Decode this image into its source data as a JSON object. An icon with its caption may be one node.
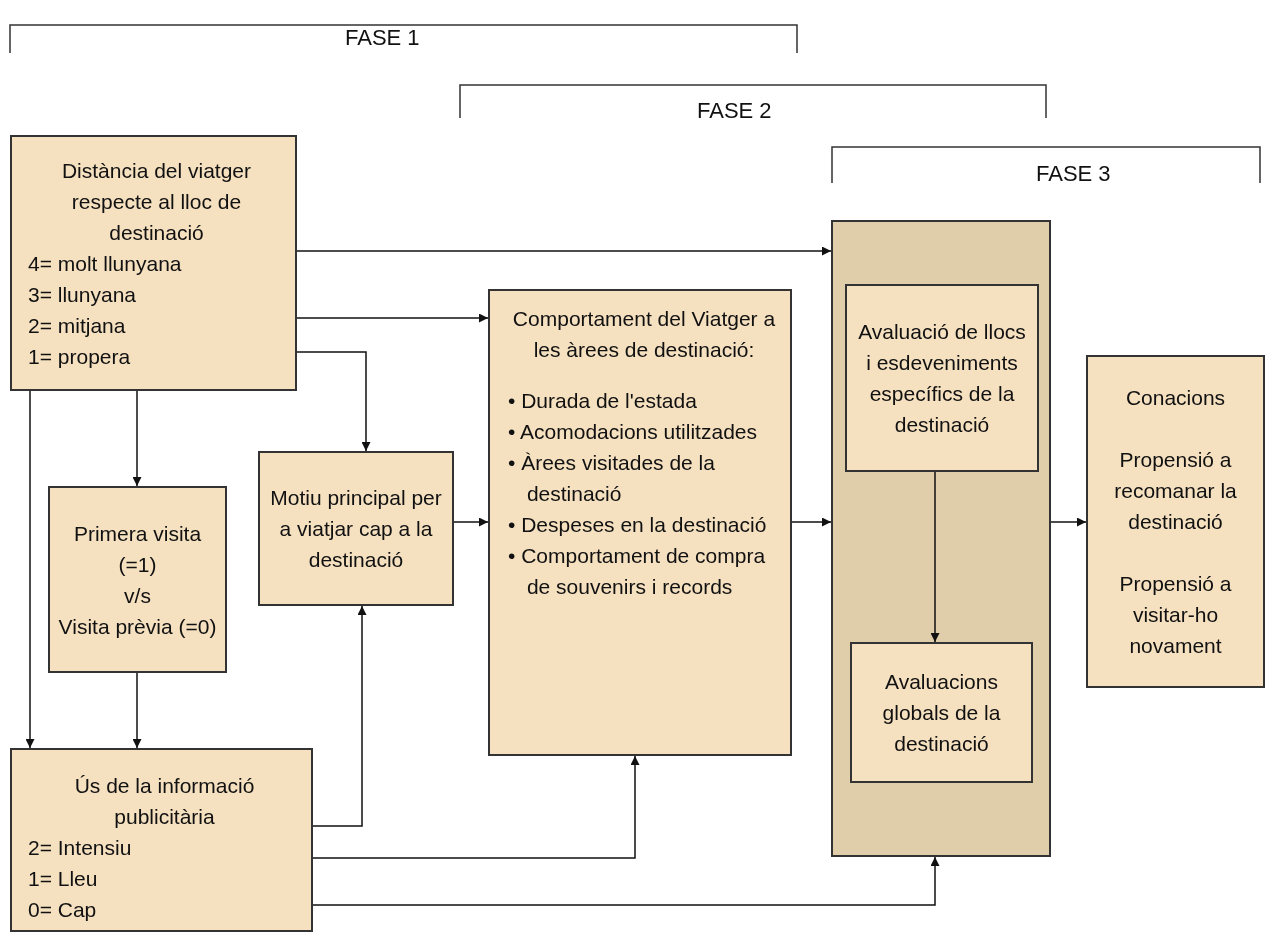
{
  "diagram": {
    "nodes": [
      {
        "text": [
          "Distància del viatger respecte al lloc de destinació",
          "4= molt llunyana",
          "3= llunyana",
          "2= mitjana",
          "1= propera"
        ]
      },
      {
        "text": [
          "Primera visita (=1)",
          "v/s",
          "Visita prèvia (=0)"
        ]
      },
      {
        "text": [
          "Motiu principal per a viatjar cap a la destinació"
        ]
      },
      {
        "text": [
          "Comportament del Viatger a les àrees de destinació:",
          "• Durada de l'estada",
          "• Acomodacions utilitzades",
          "• Àrees visitades de la destinació",
          "• Despeses en la destinació",
          "• Comportament de compra de souvenirs i records"
        ]
      },
      {
        "text": [],
        "shape": "box"
      },
      {
        "text": [
          "Avaluació de llocs i esdeveniments específics de la destinació"
        ],
        "in": 4
      },
      {
        "text": [
          "Avaluacions globals de la destinació"
        ],
        "in": 4
      },
      {
        "text": [
          "Conacions",
          "Propensió a recomanar la destinació",
          "Propensió a visitar-ho novament"
        ]
      },
      {
        "text": [
          "Ús de la informació publicitària",
          "2= Intensiu",
          "1= Lleu",
          "0= Cap"
        ]
      }
    ],
    "edges": [
      {
        "from": 0,
        "to": 4,
        "arrow": "to"
      },
      {
        "from": 0,
        "to": 3,
        "arrow": "to"
      },
      {
        "from": 0,
        "to": 2,
        "arrow": "to"
      },
      {
        "from": 0,
        "to": 1,
        "arrow": "to"
      },
      {
        "from": 0,
        "to": 8,
        "arrow": "to"
      },
      {
        "from": 1,
        "to": 8,
        "arrow": "to"
      },
      {
        "from": 2,
        "to": 3,
        "arrow": "to"
      },
      {
        "from": 3,
        "to": 4,
        "arrow": "to"
      },
      {
        "from": 5,
        "to": 6,
        "arrow": "to"
      },
      {
        "from": 4,
        "to": 7,
        "arrow": "to"
      },
      {
        "from": 8,
        "to": 2,
        "arrow": "to"
      },
      {
        "from": 8,
        "to": 3,
        "arrow": "to"
      },
      {
        "from": 8,
        "to": 4,
        "arrow": "to"
      }
    ],
    "labels": [
      "FASE 1",
      "FASE 2",
      "FASE 3"
    ]
  }
}
